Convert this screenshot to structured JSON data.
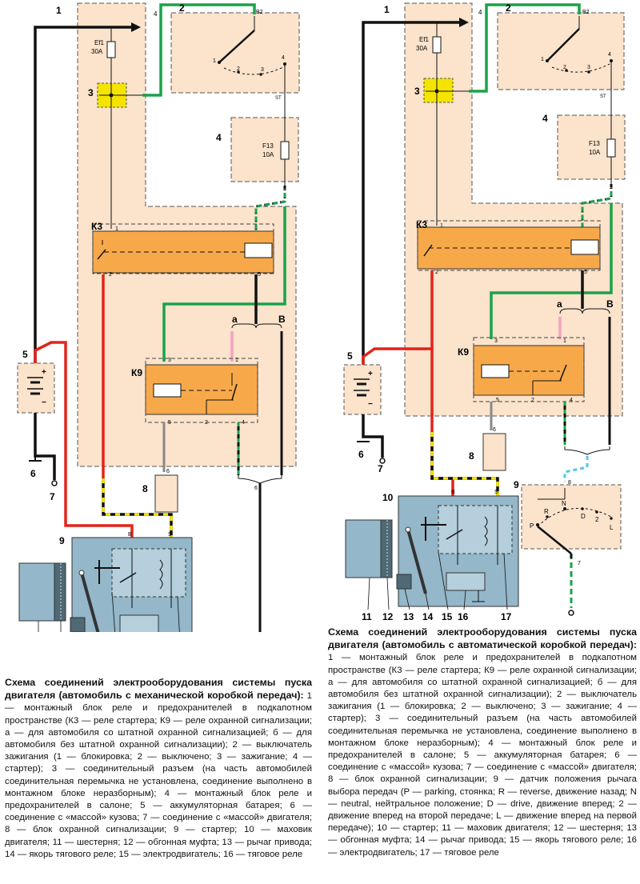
{
  "labels": {
    "n1": "1",
    "n2": "2",
    "n3": "3",
    "n4": "4",
    "n5": "5",
    "n6": "6",
    "n7": "7",
    "n8": "8",
    "n9": "9",
    "n10": "10",
    "n11": "11",
    "n12": "12",
    "n13": "13",
    "n14": "14",
    "n15": "15",
    "n16": "16",
    "n17": "17",
    "k3": "К3",
    "k9": "К9",
    "a": "а",
    "b": "B",
    "ef1_name": "Ef1",
    "ef1_val": "30А",
    "f13_name": "F13",
    "f13_val": "10А",
    "p1": "1",
    "p2": "2",
    "p3": "3",
    "p4": "4",
    "p5": "5",
    "p6": "6",
    "p7": "7",
    "p8": "8",
    "b2": "B2",
    "st": "ST",
    "s": "S",
    "plus": "+",
    "minus": "−",
    "gear_p": "P",
    "gear_r": "R",
    "gear_n": "N",
    "gear_d": "D",
    "gear_2": "2",
    "gear_l": "L"
  },
  "caption_left": {
    "title": "Схема соединений электрооборудования системы пуска двигателя (автомобиль с механической коробкой передач):",
    "body": " 1 — монтажный блок реле и предохранителей в подкапотном пространстве (К3 — реле стартера; К9 — реле охранной сигнализации; а — для автомобиля со штатной охранной сигнализацией; б — для автомобиля без штатной охранной сигнализации); 2 — выключатель зажигания (1 — блокировка; 2 — выключено; 3 — зажигание; 4 — стартер); 3 — соединительный разъем (на часть автомобилей соединительная перемычка не установлена, соединение выполнено в монтажном блоке неразборным); 4 — монтажный блок реле и предохранителей в салоне; 5 — аккумуляторная батарея; 6 — соединение с «массой» кузова; 7 — соединение с «массой» двигателя; 8 — блок охранной сигнализации; 9 — стартер; 10 — маховик двигателя; 11 — шестерня; 12 — обгонная муфта; 13 — рычаг привода; 14 — якорь тягового реле; 15 — электродвигатель; 16 — тяговое реле"
  },
  "caption_right": {
    "title": "Схема соединений электрооборудования системы пуска двигателя (автомобиль с автоматической коробкой передач):",
    "body": " 1 — монтажный блок реле и предохранителей в подкапотном пространстве (К3 — реле стартера; К9 — реле охранной сигнализации; а — для автомобиля со штатной охранной сигнализацией; б — для автомобиля без штатной охранной сигнализации); 2 — выключатель зажигания (1 — блокировка; 2 — выключено; 3 — зажигание; 4 — стартер); 3 — соединительный разъем (на часть автомобилей соединительная перемычка не установлена, соединение выполнено в монтажном блоке неразборным); 4 — монтажный блок реле и предохранителей в салоне; 5 — аккумуляторная батарея; 6 — соединение с «массой» кузова; 7 — соединение с «массой» двигателя; 8 — блок охранной сигнализации; 9 — датчик положения рычага выбора передач (P — parking, стоянка; R — reverse, движение назад; N — neutral, нейтральное положение; D — drive, движение вперед; 2 — движение вперед на второй передаче; L — движение вперед на первой передаче); 10 — стартер; 11 — маховик двигателя; 12 — шестерня; 13 — обгонная муфта; 14 — рычаг привода; 15 — якорь тягового реле; 16 — электродвигатель; 17 — тяговое реле"
  },
  "colors": {
    "block_fill": "#fbe3cc",
    "relay_fill": "#f7a94a",
    "starter_fill": "#94b7c9",
    "green": "#1aa34a",
    "red": "#e2231a",
    "black": "#111111",
    "yellow": "#f5e400",
    "pink": "#f4a3c4",
    "cyan": "#54c6e8"
  }
}
